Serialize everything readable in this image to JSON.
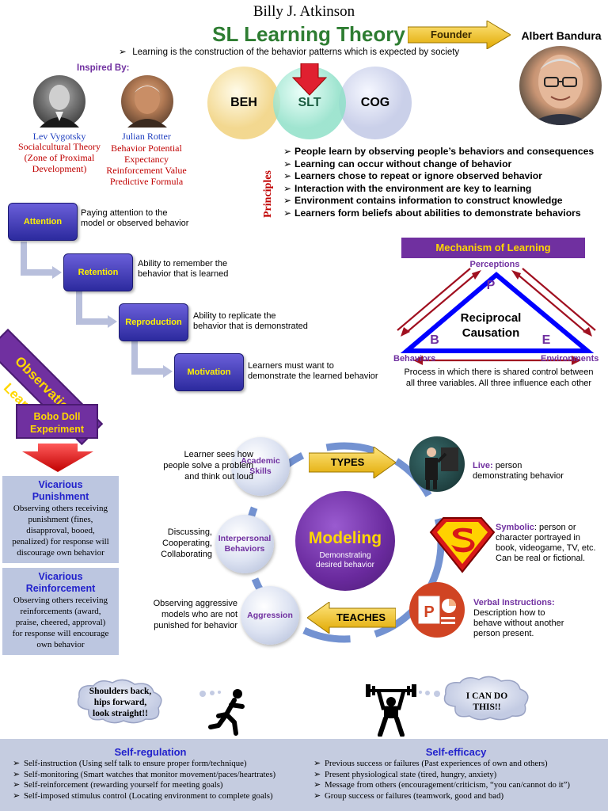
{
  "header": {
    "author": "Billy J. Atkinson",
    "title": "SL Learning Theory",
    "founder_label": "Founder",
    "founder_name": "Albert Bandura",
    "definition": "Learning is the construction of the behavior patterns which is expected by society"
  },
  "inspired": {
    "label": "Inspired By:",
    "people": [
      {
        "name": "Lev Vygotsky",
        "description": [
          "Socialcultural Theory",
          "(Zone of Proximal",
          "Development)"
        ]
      },
      {
        "name": "Julian Rotter",
        "description": [
          "Behavior Potential",
          "Expectancy",
          "Reinforcement Value",
          "Predictive Formula"
        ]
      }
    ]
  },
  "venn": {
    "left": "BEH",
    "center": "SLT",
    "right": "COG"
  },
  "principles": {
    "label": "Principles",
    "items": [
      "People learn by observing people’s behaviors and consequences",
      "Learning can occur without change of behavior",
      "Learners chose to repeat or ignore observed behavior",
      "Interaction with the environment are key to learning",
      "Environment contains information to construct knowledge",
      "Learners form beliefs about abilities to demonstrate behaviors"
    ]
  },
  "observation": {
    "label": "Observation Learning",
    "steps": [
      {
        "name": "Attention",
        "description": [
          "Paying attention to the",
          "model or observed behavior"
        ]
      },
      {
        "name": "Retention",
        "description": [
          "Ability to remember the",
          "behavior that is learned"
        ]
      },
      {
        "name": "Reproduction",
        "description": [
          "Ability to replicate the",
          "behavior that is demonstrated"
        ]
      },
      {
        "name": "Motivation",
        "description": [
          "Learners must want to",
          "demonstrate the learned behavior"
        ]
      }
    ]
  },
  "mechanism": {
    "title": "Mechanism of Learning",
    "perceptions": "Perceptions",
    "behaviors": "Behaviors",
    "environments": "Environments",
    "letter_p": "P",
    "letter_b": "B",
    "letter_e": "E",
    "center": [
      "Reciprocal",
      "Causation"
    ],
    "caption": [
      "Process in which there is shared control between",
      "all three variables.  All three influence each other"
    ]
  },
  "bobo": {
    "title": [
      "Bobo Doll",
      "Experiment"
    ],
    "punishment": {
      "title": [
        "Vicarious",
        "Punishment"
      ],
      "text": [
        "Observing others receiving",
        "punishment (fines,",
        "disapproval, booed,",
        "penalized) for response will",
        "discourage own behavior"
      ]
    },
    "reinforcement": {
      "title": [
        "Vicarious",
        "Reinforcement"
      ],
      "text": [
        "Observing others receiving",
        "reinforcements (award,",
        "praise, cheered, approval)",
        "for response will encourage",
        "own behavior"
      ]
    }
  },
  "modeling": {
    "title": "Modeling",
    "subtitle": [
      "Demonstrating",
      "desired behavior"
    ],
    "types_label": "TYPES",
    "teaches_label": "TEACHES",
    "teaches": [
      {
        "name": [
          "Academic",
          "Skills"
        ],
        "description": [
          "Learner sees how",
          "people solve a problem",
          "and think out loud"
        ]
      },
      {
        "name": [
          "Interpersonal",
          "Behaviors"
        ],
        "description": [
          "Discussing,",
          "Cooperating,",
          "Collaborating"
        ]
      },
      {
        "name": [
          "Aggression"
        ],
        "description": [
          "Observing aggressive",
          "models who are not",
          "punished for behavior"
        ]
      }
    ],
    "types": [
      {
        "name": "Live:",
        "description": [
          " person",
          "demonstrating behavior"
        ]
      },
      {
        "name": "Symbolic",
        "description": [
          ": person or",
          "character portrayed in",
          "book, videogame, TV, etc.",
          "Can be real or fictional."
        ]
      },
      {
        "name": "Verbal Instructions:",
        "description": [
          "Description how to",
          "behave without another",
          "person present."
        ]
      }
    ]
  },
  "clouds": {
    "left": [
      "Shoulders back,",
      "hips forward,",
      "look straight!!"
    ],
    "right": [
      "I CAN DO",
      "THIS!!"
    ]
  },
  "self_regulation": {
    "title": "Self-regulation",
    "items": [
      "Self-instruction (Using self talk to ensure proper form/technique)",
      "Self-monitoring (Smart watches that monitor movement/paces/heartrates)",
      "Self-reinforcement (rewarding yourself for meeting goals)",
      "Self-imposed stimulus control (Locating environment to complete goals)"
    ]
  },
  "self_efficacy": {
    "title": "Self-efficacy",
    "items": [
      "Previous success or failures (Past experiences of own and others)",
      "Present physiological state (tired, hungry, anxiety)",
      "Message from others (encouragement/criticism, “you can/cannot do it”)",
      "Group success or failures (teamwork, good and bad)"
    ]
  },
  "colors": {
    "purple": "#7030a0",
    "gold": "#ffd700",
    "green": "#2e7d32",
    "red": "#c00000",
    "blue": "#1f3fbf"
  }
}
